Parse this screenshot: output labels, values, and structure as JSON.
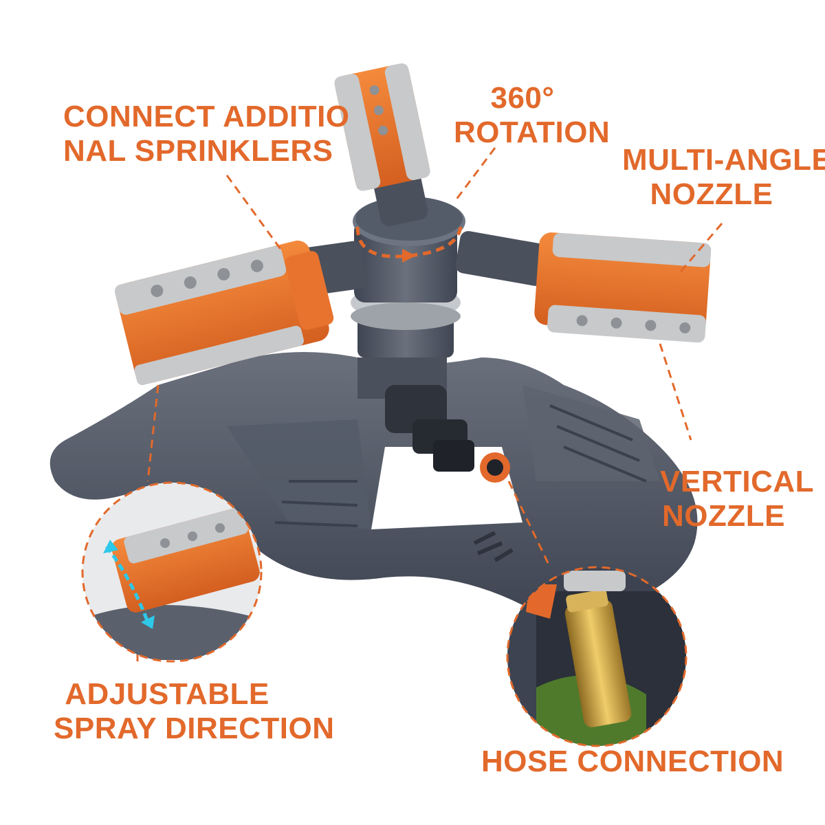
{
  "labels": {
    "connect": {
      "line1": "CONNECT ADDITIO",
      "line2": "NAL SPRINKLERS"
    },
    "rotation": {
      "line1": "360°",
      "line2": "ROTATION"
    },
    "multi_angle": {
      "line1": "MULTI-ANGLE",
      "line2": "NOZZLE"
    },
    "vertical": {
      "line1": "VERTICAL",
      "line2": "NOZZLE"
    },
    "adjustable": {
      "line1": "ADJUSTABLE",
      "line2": "SPRAY DIRECTION"
    },
    "hose": {
      "line1": "HOSE CONNECTION"
    }
  },
  "colors": {
    "accent": "#e2692b",
    "base_gray": "#4e5563",
    "nozzle_orange": "#e8732e",
    "nozzle_gray": "#c7c9cb",
    "brass": "#c9a245"
  }
}
